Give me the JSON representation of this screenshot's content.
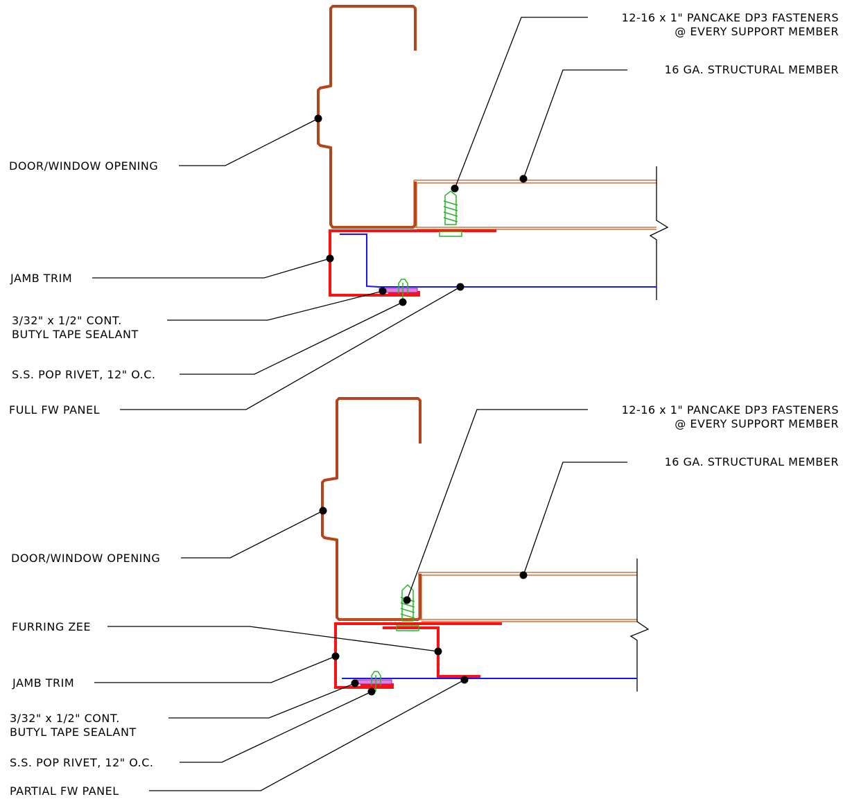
{
  "colors": {
    "frame": "#b5441a",
    "member": "#c8561e",
    "trim": "#ff1010",
    "panel": "#1515ff",
    "fastener": "#22b822",
    "tape": "#e080e0"
  },
  "details": [
    {
      "fastener_label": "12-16 x 1\" PANCAKE DP3 FASTENERS",
      "fastener_label_2": "@ EVERY SUPPORT MEMBER",
      "structural_label": "16 GA. STRUCTURAL MEMBER",
      "opening_label": "DOOR/WINDOW OPENING",
      "jamb_label": "JAMB TRIM",
      "tape_label": "3/32\" x 1/2\" CONT.",
      "tape_label_2": "BUTYL TAPE SEALANT",
      "rivet_label": "S.S. POP RIVET, 12\" O.C.",
      "panel_label": "FULL FW PANEL"
    },
    {
      "fastener_label": "12-16 x 1\" PANCAKE DP3 FASTENERS",
      "fastener_label_2": "@ EVERY SUPPORT MEMBER",
      "structural_label": "16 GA. STRUCTURAL MEMBER",
      "opening_label": "DOOR/WINDOW OPENING",
      "zee_label": "FURRING ZEE",
      "jamb_label": "JAMB TRIM",
      "tape_label": "3/32\" x 1/2\" CONT.",
      "tape_label_2": "BUTYL TAPE SEALANT",
      "rivet_label": "S.S. POP RIVET, 12\" O.C.",
      "panel_label": "PARTIAL FW PANEL"
    }
  ]
}
